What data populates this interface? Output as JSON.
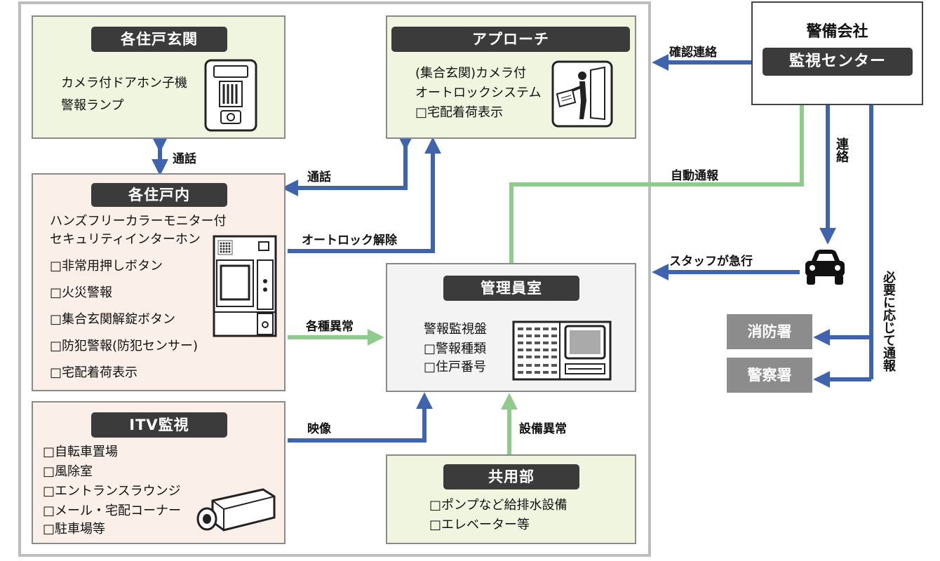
{
  "nodes": {
    "entrance": {
      "title": "各住戸玄関",
      "lines": [
        "カメラ付ドアホン子機",
        "警報ランプ"
      ]
    },
    "approach": {
      "title": "アプローチ",
      "lines": [
        "(集合玄関)カメラ付",
        "オートロックシステム",
        "□宅配着荷表示"
      ]
    },
    "unit": {
      "title": "各住戸内",
      "lines": [
        "ハンズフリーカラーモニター付",
        "セキュリティインターホン",
        "□非常用押しボタン",
        "□火災警報",
        "□集合玄関解錠ボタン",
        "□防犯警報(防犯センサー)",
        "□宅配着荷表示"
      ]
    },
    "itv": {
      "title": "ITV監視",
      "lines": [
        "□自転車置場",
        "□風除室",
        "□エントランスラウンジ",
        "□メール・宅配コーナー",
        "□駐車場等"
      ]
    },
    "office": {
      "title": "管理員室",
      "lines": [
        "警報監視盤",
        "□警報種類",
        "□住戸番号"
      ]
    },
    "common": {
      "title": "共用部",
      "lines": [
        "□ポンプなど給排水設備",
        "□エレベーター等"
      ]
    },
    "security_company": {
      "title": "警備会社",
      "center": "監視センター"
    },
    "fire": "消防署",
    "police": "警察署"
  },
  "edges": {
    "call1": "通話",
    "call2": "通話",
    "autolock": "オートロック解除",
    "anomalies": "各種異常",
    "video": "映像",
    "equipment": "設備異常",
    "confirm": "確認連絡",
    "auto_report": "自動通報",
    "contact": "連絡",
    "staff": "スタッフが急行",
    "as_needed": "必要に応じて通報"
  },
  "colors": {
    "blue": "#3f63ad",
    "green": "#8fcb8a",
    "pill": "#3b3b3b",
    "org": "#8c8c8c"
  }
}
